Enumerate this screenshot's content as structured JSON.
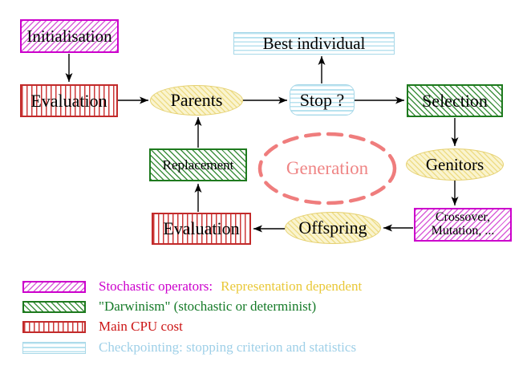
{
  "diagram": {
    "nodes": {
      "initialisation": "Initialisation",
      "evaluation_top": "Evaluation",
      "parents": "Parents",
      "best_individual": "Best individual",
      "stop": "Stop ?",
      "selection": "Selection",
      "replacement": "Replacement",
      "generation": "Generation",
      "genitors": "Genitors",
      "offspring": "Offspring",
      "evaluation_bottom": "Evaluation",
      "crossover_line1": "Crossover,",
      "crossover_line2": "Mutation, ..."
    }
  },
  "legend": {
    "stochastic_label": "Stochastic operators:",
    "stochastic_suffix": "Representation dependent",
    "darwinism_label": "\"Darwinism\" (stochastic or determinist)",
    "cpu_label": "Main CPU cost",
    "checkpointing_label": "Checkpointing: stopping criterion and statistics"
  },
  "colors": {
    "magenta": "#cc00cc",
    "green": "#1e7a1e",
    "red": "#cc2020",
    "cyan": "#a8d8e8",
    "yellow_accent": "#e9c838",
    "salmon_dashed": "#ef7d7d",
    "yellow_fill": "#faf4cf",
    "arrow": "#000000"
  }
}
